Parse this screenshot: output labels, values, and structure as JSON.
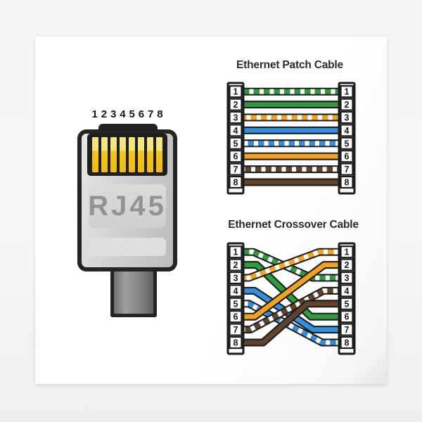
{
  "connector": {
    "label": "RJ45",
    "pin_numbers": [
      "1",
      "2",
      "3",
      "4",
      "5",
      "6",
      "7",
      "8"
    ]
  },
  "colors": {
    "green": "#2e9b3c",
    "orange": "#f4a11f",
    "blue": "#318fdd",
    "brown": "#63422a",
    "outline": "#1d1d1d",
    "stripe_white": "#ffffff",
    "pin_gold": "#f4c71e",
    "pin_gold_pale": "#f6e27a"
  },
  "diagrams": [
    {
      "id": "patch",
      "title": "Ethernet Patch Cable",
      "left_pin_labels": [
        "1",
        "2",
        "3",
        "4",
        "5",
        "6",
        "7",
        "8"
      ],
      "right_pin_labels": [
        "1",
        "2",
        "3",
        "4",
        "5",
        "6",
        "7",
        "8"
      ],
      "wires": [
        {
          "from": 1,
          "to": 1,
          "color": "green",
          "striped": true
        },
        {
          "from": 2,
          "to": 2,
          "color": "green",
          "striped": false
        },
        {
          "from": 3,
          "to": 3,
          "color": "orange",
          "striped": true
        },
        {
          "from": 4,
          "to": 4,
          "color": "blue",
          "striped": false
        },
        {
          "from": 5,
          "to": 5,
          "color": "blue",
          "striped": true
        },
        {
          "from": 6,
          "to": 6,
          "color": "orange",
          "striped": false
        },
        {
          "from": 7,
          "to": 7,
          "color": "brown",
          "striped": true
        },
        {
          "from": 8,
          "to": 8,
          "color": "brown",
          "striped": false
        }
      ]
    },
    {
      "id": "crossover",
      "title": "Ethernet Crossover Cable",
      "left_pin_labels": [
        "1",
        "2",
        "3",
        "4",
        "5",
        "6",
        "7",
        "8"
      ],
      "right_pin_labels": [
        "1",
        "2",
        "3",
        "4",
        "5",
        "6",
        "7",
        "8"
      ],
      "wires": [
        {
          "from": 1,
          "to": 3,
          "color": "green",
          "striped": true
        },
        {
          "from": 2,
          "to": 6,
          "color": "green",
          "striped": false
        },
        {
          "from": 3,
          "to": 1,
          "color": "orange",
          "striped": true
        },
        {
          "from": 4,
          "to": 7,
          "color": "blue",
          "striped": false
        },
        {
          "from": 5,
          "to": 8,
          "color": "blue",
          "striped": true
        },
        {
          "from": 6,
          "to": 2,
          "color": "orange",
          "striped": false
        },
        {
          "from": 7,
          "to": 4,
          "color": "brown",
          "striped": true
        },
        {
          "from": 8,
          "to": 5,
          "color": "brown",
          "striped": false
        }
      ]
    }
  ]
}
